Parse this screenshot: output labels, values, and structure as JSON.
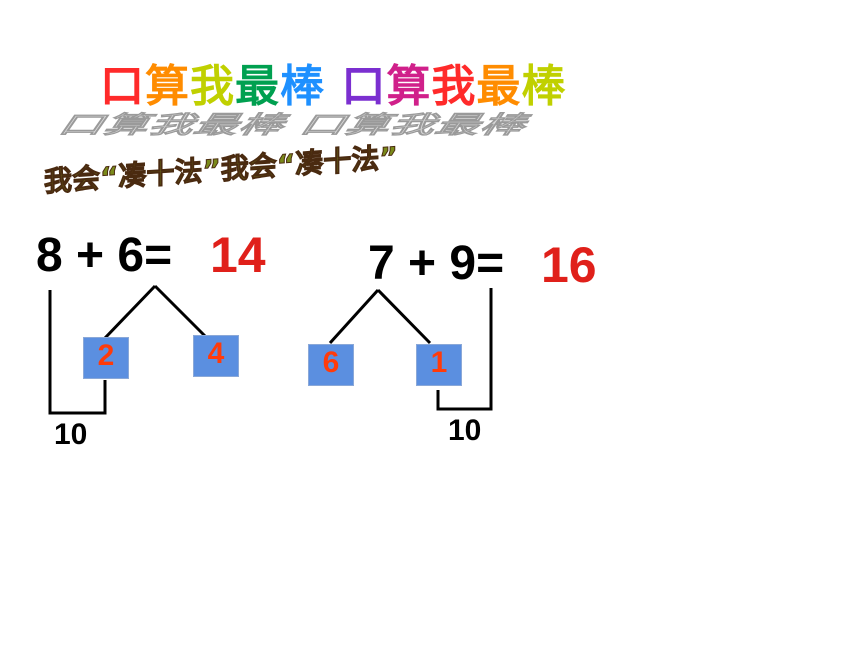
{
  "title": {
    "text": "口算我最棒 口算我最棒",
    "colors": [
      "#ff2a2a",
      "#ff8c00",
      "#c0d000",
      "#00a050",
      "#1e90ff",
      "#7b2fd0",
      "#d0208a"
    ]
  },
  "subtitle": "我会“凑十法”我会“凑十法”",
  "problem1": {
    "equation": "8 + 6=",
    "answer": "14",
    "split_left": "2",
    "split_right": "4",
    "ten_label": "10"
  },
  "problem2": {
    "equation": "7 + 9=",
    "answer": "16",
    "split_left": "6",
    "split_right": "1",
    "ten_label": "10"
  }
}
